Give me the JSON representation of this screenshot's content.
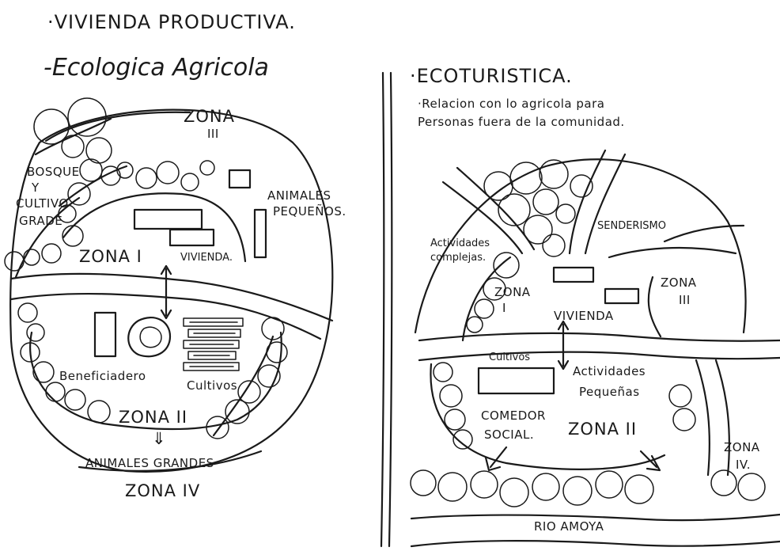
{
  "header": {
    "title": "·VIVIENDA PRODUCTIVA."
  },
  "left": {
    "subtitle": "-Ecologica Agricola",
    "zona3": "ZONA",
    "zona3_num": "III",
    "bosque": "BOSQUE",
    "y": "Y",
    "cultivo": "CULTIVO",
    "grade": "GRADE",
    "animales": "ANIMALES",
    "pequenos": "PEQUEÑOS.",
    "zona1": "ZONA I",
    "vivienda": "VIVIENDA.",
    "beneficiadero": "Beneficiadero",
    "cultivos": "Cultivos",
    "zona2": "ZONA II",
    "arrow": "⇓",
    "animales_grandes": "ANIMALES GRANDES",
    "zona4": "ZONA IV"
  },
  "right": {
    "subtitle": "·ECOTURISTICA.",
    "desc1": "·Relacion con lo agricola para",
    "desc2": "Personas fuera de la comunidad.",
    "senderismo": "SENDERISMO",
    "actividades_complejas_1": "Actividades",
    "actividades_complejas_2": "complejas.",
    "zona1": "ZONA",
    "zona1_num": "I",
    "vivienda": "VIVIENDA",
    "zona3": "ZONA",
    "zona3_num": "III",
    "cultivos": "Cultivos",
    "actividades_pequenas_1": "Actividades",
    "actividades_pequenas_2": "Pequeñas",
    "comedor": "COMEDOR",
    "social": "SOCIAL.",
    "zona2": "ZONA II",
    "zona4": "ZONA",
    "zona4_num": "IV.",
    "rio": "RIO AMOYA"
  }
}
